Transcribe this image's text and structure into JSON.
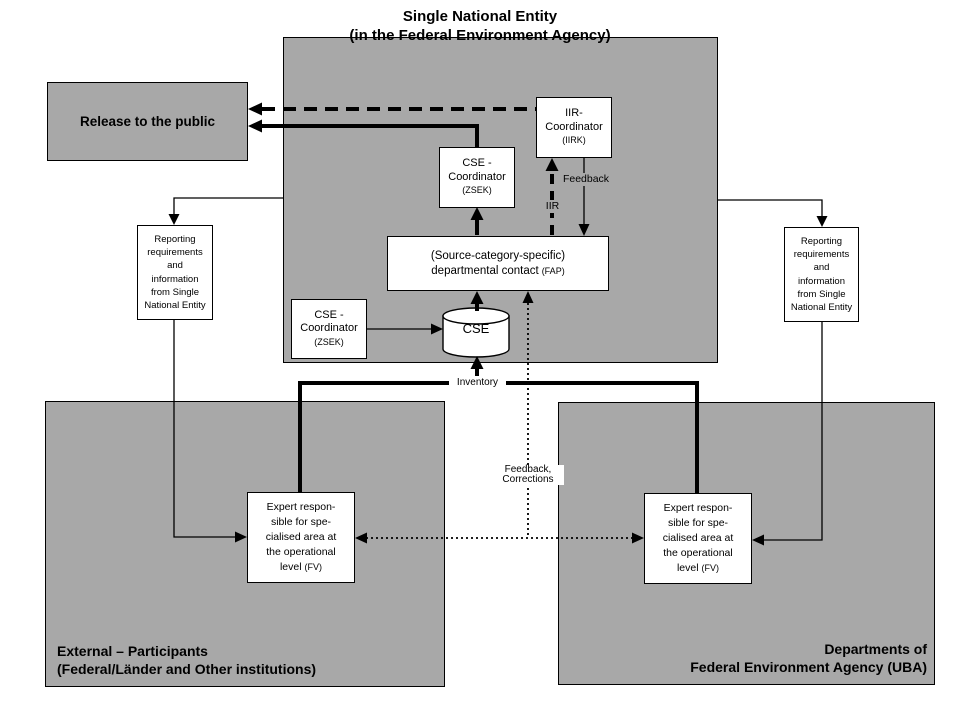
{
  "colors": {
    "zone_gray": "#a8a8a8",
    "box_white": "#ffffff",
    "line_black": "#000000"
  },
  "single_national_entity": {
    "title_line1": "Single National Entity",
    "title_line2": "(in the Federal Environment Agency)"
  },
  "release_to_public": {
    "label": "Release to the public"
  },
  "iir_coordinator": {
    "line1": "IIR-",
    "line2": "Coordinator",
    "abbr": "(IIRK)"
  },
  "cse_coordinator_upper": {
    "line1": "CSE -",
    "line2": "Coordinator",
    "abbr": "(ZSEK)"
  },
  "departmental_contact": {
    "line1": "(Source-category-specific)",
    "line2": "departmental contact",
    "abbr": "(FAP)"
  },
  "cse_coordinator_lower": {
    "line1": "CSE -",
    "line2": "Coordinator",
    "abbr": "(ZSEK)"
  },
  "cse_database": {
    "label": "CSE"
  },
  "reporting_requirements_left": {
    "lines": [
      "Reporting",
      "requirements",
      "and",
      "information",
      "from Single",
      "National Entity"
    ]
  },
  "reporting_requirements_right": {
    "lines": [
      "Reporting",
      "requirements",
      "and",
      "information",
      "from Single",
      "National Entity"
    ]
  },
  "expert_left": {
    "lines": [
      "Expert respon-",
      "sible for spe-",
      "cialised area at",
      "the operational",
      "level"
    ],
    "abbr": "(FV)"
  },
  "expert_right": {
    "lines": [
      "Expert respon-",
      "sible for spe-",
      "cialised area at",
      "the operational",
      "level"
    ],
    "abbr": "(FV)"
  },
  "external_participants": {
    "line1": "External – Participants",
    "line2": "(Federal/Länder and Other institutions)"
  },
  "uba_departments": {
    "line1": "Departments of",
    "line2": "Federal Environment Agency (UBA)"
  },
  "flow_labels": {
    "feedback": "Feedback",
    "iir": "IIR",
    "inventory": "Inventory",
    "feedback_corrections_line1": "Feedback,",
    "feedback_corrections_line2": "Corrections"
  }
}
